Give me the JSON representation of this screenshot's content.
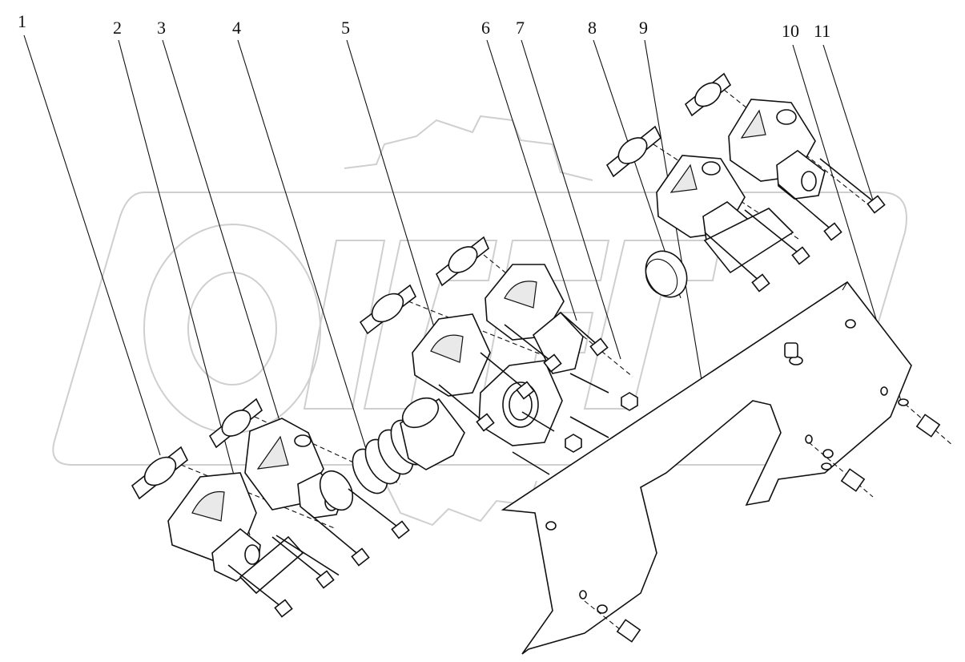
{
  "diagram": {
    "callouts": [
      {
        "id": "1",
        "label": "1"
      },
      {
        "id": "2",
        "label": "2"
      },
      {
        "id": "3",
        "label": "3"
      },
      {
        "id": "4",
        "label": "4"
      },
      {
        "id": "5",
        "label": "5"
      },
      {
        "id": "6",
        "label": "6"
      },
      {
        "id": "7",
        "label": "7"
      },
      {
        "id": "8",
        "label": "8"
      },
      {
        "id": "9",
        "label": "9"
      },
      {
        "id": "10",
        "label": "10"
      },
      {
        "id": "11",
        "label": "11"
      }
    ],
    "watermark": {
      "icon": "gear-logo-watermark",
      "color": "#cfcfcf"
    },
    "line_color": "#111111"
  }
}
